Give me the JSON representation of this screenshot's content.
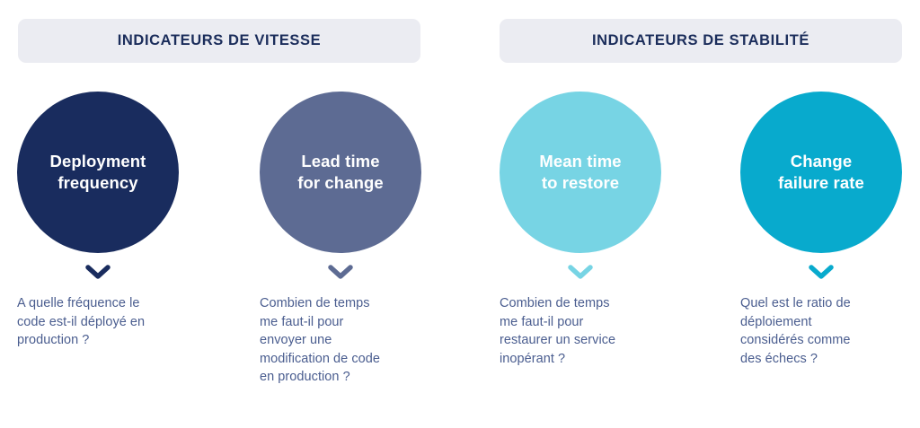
{
  "page": {
    "background": "#ffffff",
    "text_color": "#4a5d8f",
    "banner_background": "#ebecf2",
    "banner_text_color": "#1b2d5b"
  },
  "groups": [
    {
      "title": "INDICATEURS DE VITESSE"
    },
    {
      "title": "INDICATEURS DE STABILITÉ"
    }
  ],
  "metrics": [
    {
      "label": "Deployment\nfrequency",
      "color": "#192c5e",
      "chevron_icon": "chevron-down-icon",
      "caption": "A quelle fréquence le\ncode est-il déployé en\nproduction ?"
    },
    {
      "label": "Lead time\nfor change",
      "color": "#5d6b93",
      "chevron_icon": "chevron-down-icon",
      "caption": "Combien de temps\nme faut-il pour\nenvoyer une\nmodification de code\nen production ?"
    },
    {
      "label": "Mean time\nto restore",
      "color": "#77d4e4",
      "chevron_icon": "chevron-down-icon",
      "caption": "Combien de temps\nme faut-il pour\nrestaurer un service\ninopérant  ?"
    },
    {
      "label": "Change\nfailure rate",
      "color": "#08aacd",
      "chevron_icon": "chevron-down-icon",
      "caption": "Quel est le ratio de\ndéploiement\nconsidérés comme\ndes échecs ?"
    }
  ]
}
